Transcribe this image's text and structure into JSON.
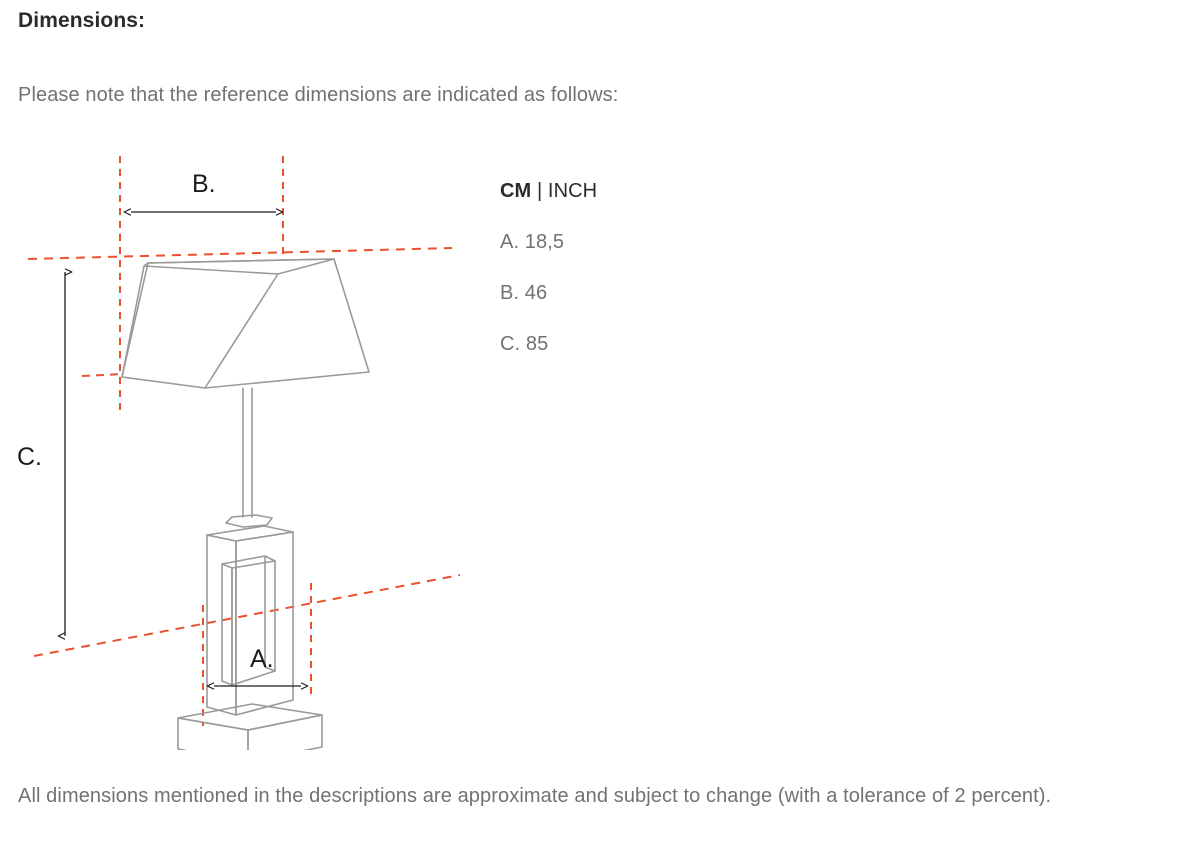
{
  "heading": "Dimensions:",
  "intro": "Please note that the reference dimensions are indicated as follows:",
  "footnote": "All dimensions mentioned in the descriptions are approximate and subject to change (with a tolerance of 2 percent).",
  "legend": {
    "unit_primary": "CM",
    "unit_separator": "|",
    "unit_secondary": "INCH",
    "rows": [
      {
        "key": "A.",
        "value": "18,5",
        "text": "A. 18,5"
      },
      {
        "key": "B.",
        "value": "46",
        "text": "B. 46"
      },
      {
        "key": "C.",
        "value": "85",
        "text": "C. 85"
      }
    ]
  },
  "diagram": {
    "product": "table-lamp",
    "labels": {
      "a": "A.",
      "b": "B.",
      "c": "C."
    },
    "measurements": {
      "a_description": "base width",
      "b_description": "shade width",
      "c_description": "total height"
    },
    "colors": {
      "guide_line": "#e8522f",
      "outline": "#9a9a9a",
      "arrow": "#1c1c1c"
    }
  }
}
